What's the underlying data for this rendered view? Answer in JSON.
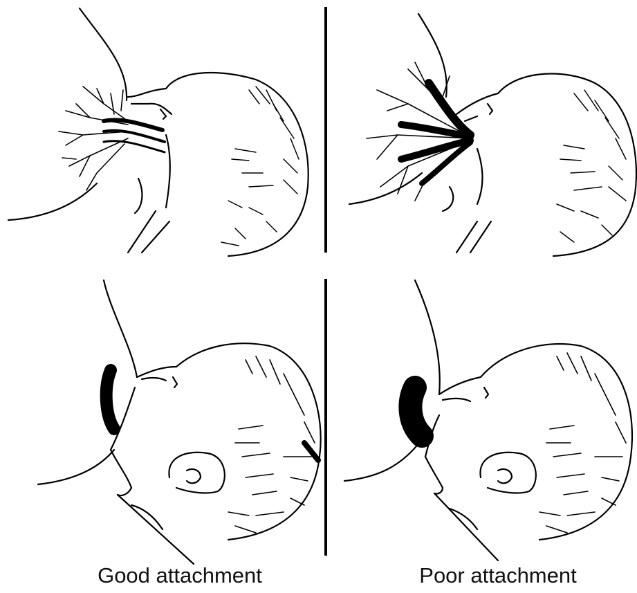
{
  "captions": {
    "left": "Good attachment",
    "right": "Poor attachment"
  },
  "panels": [
    {
      "id": "good-cross-section",
      "column": "left",
      "row": "top"
    },
    {
      "id": "poor-cross-section",
      "column": "right",
      "row": "top"
    },
    {
      "id": "good-outer-view",
      "column": "left",
      "row": "bottom"
    },
    {
      "id": "poor-outer-view",
      "column": "right",
      "row": "bottom"
    }
  ],
  "colors": {
    "ink": "#000000",
    "background": "#ffffff"
  }
}
